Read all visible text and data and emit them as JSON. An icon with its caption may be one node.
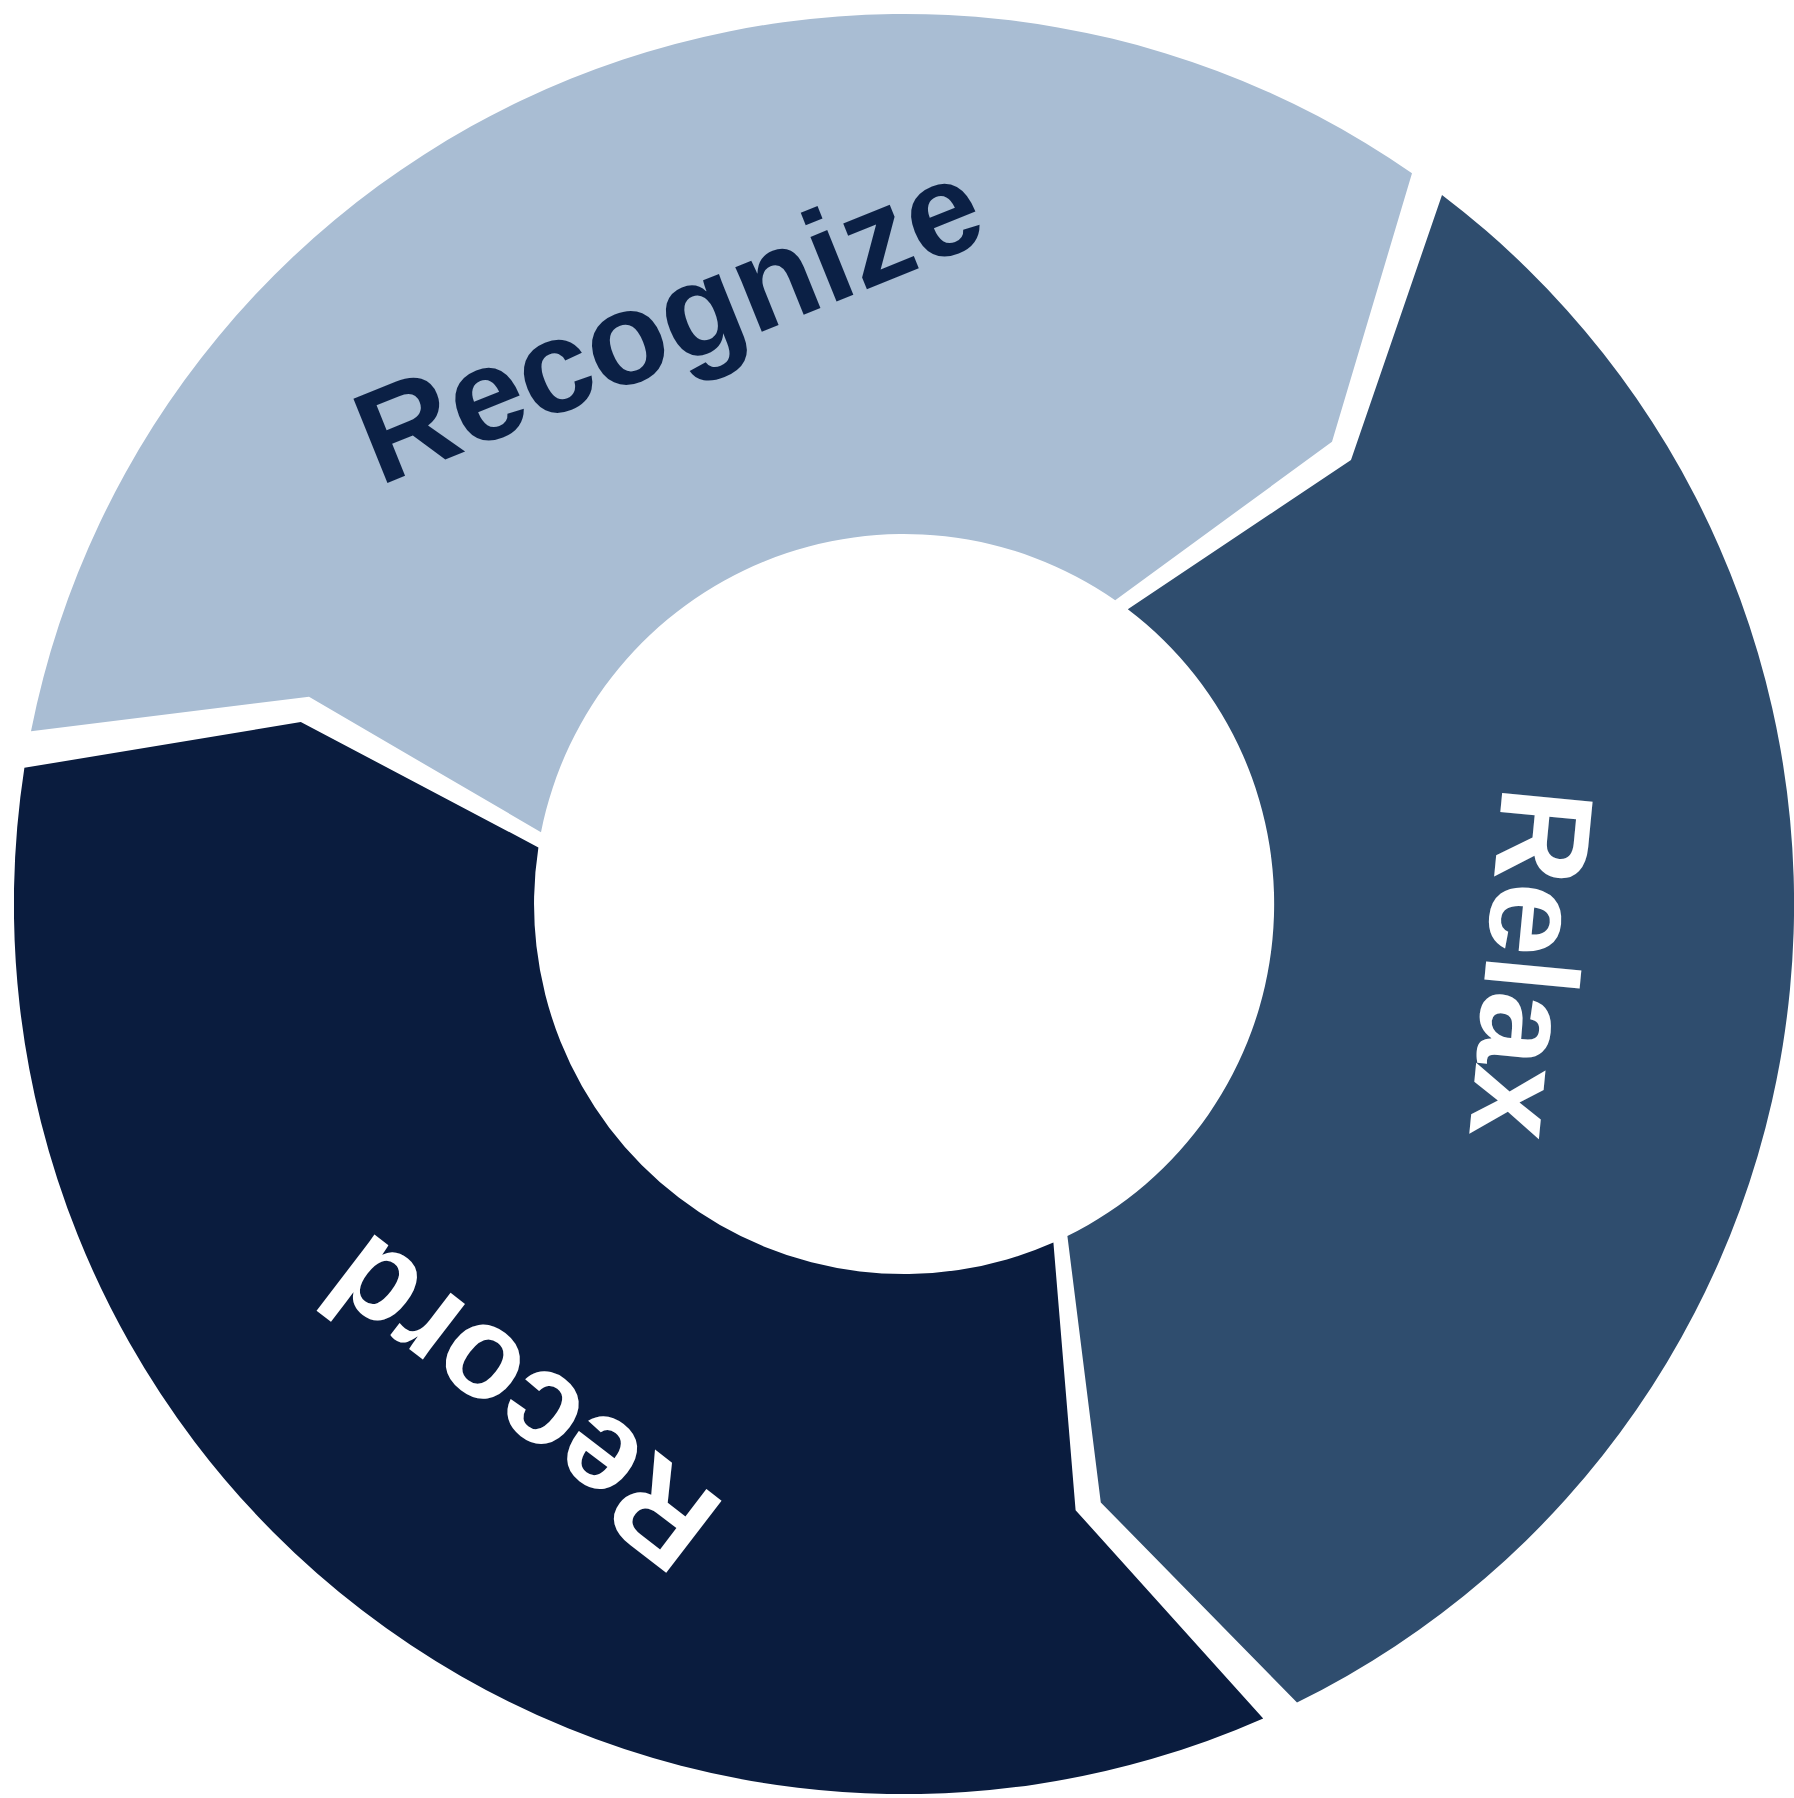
{
  "diagram": {
    "nodes": [
      {
        "text": [
          "Recognize"
        ]
      },
      {
        "text": [
          "Relax"
        ]
      },
      {
        "text": [
          "Record"
        ]
      }
    ]
  }
}
